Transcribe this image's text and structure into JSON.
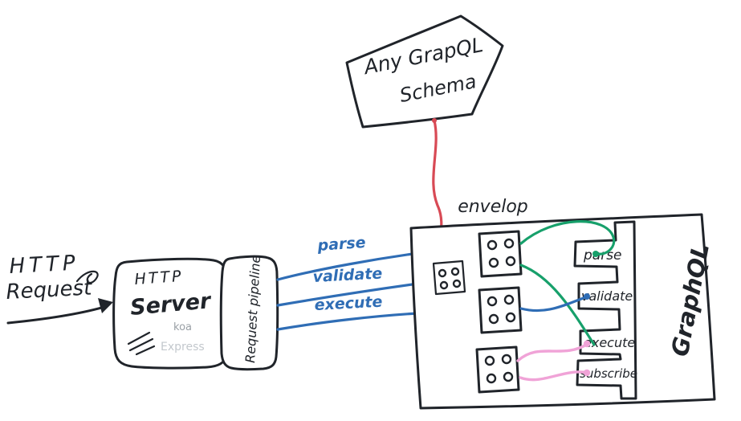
{
  "schema": {
    "line1": "Any GrapQL",
    "line2": "Schema"
  },
  "request": {
    "line1": "HTTP",
    "line2": "Request"
  },
  "server": {
    "title1": "HTTP",
    "title2": "Server",
    "koa": "koa",
    "express": "Express"
  },
  "pipeline": {
    "label": "Request pipeline"
  },
  "edges": [
    "parse",
    "validate",
    "execute"
  ],
  "envelop": {
    "label": "envelop"
  },
  "hooks": [
    "parse",
    "validate",
    "execute",
    "subscribe"
  ],
  "graphql": {
    "label": "GraphQL"
  },
  "colors": {
    "ink": "#20242a",
    "blue": "#2f6db5",
    "green": "#17a06b",
    "pink": "#f0a3d7",
    "red": "#d84a55",
    "koa_gray": "#9aa0a6",
    "express_gray": "#c3c8cd"
  }
}
